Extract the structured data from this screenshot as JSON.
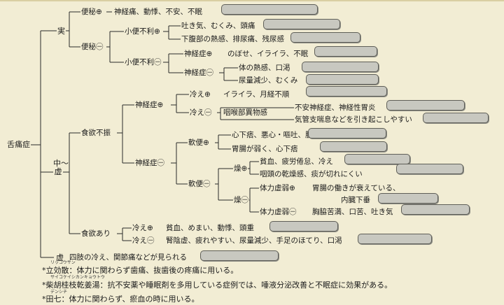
{
  "diagram": {
    "root": "舌痛症",
    "branches": {
      "jitsu": "実",
      "chukyo": "中〜虚",
      "kyo": "虚"
    },
    "nodes": {
      "benpi_plus": "便秘⊕",
      "benpi_minus": "便秘㊀",
      "shoben_plus": "小便不利⊕",
      "shoben_minus": "小便不利㊀",
      "shinkei_plus_a": "神経症⊕",
      "shinkei_minus_a": "神経症㊀",
      "shokuyoku_fushin": "食欲不振",
      "shokuyoku_ari": "食欲あり",
      "shinkei_plus_b": "神経症⊕",
      "shinkei_minus_b": "神経症㊀",
      "hie_plus_a": "冷え⊕",
      "hie_minus_a": "冷え㊀",
      "nanben_plus": "軟便⊕",
      "nanben_minus": "軟便㊀",
      "so_plus": "燥⊕",
      "so_minus": "燥㊀",
      "tairyoku_kyojaku_plus": "体力虚弱⊕",
      "tairyoku_kyojaku_minus": "体力虚弱㊀",
      "hie_plus_b": "冷え⊕",
      "hie_minus_b": "冷え㊀"
    },
    "leaves": {
      "l1": "神経痛、動悸、不安、不眠",
      "l2": "吐き気、むくみ、頭痛",
      "l3": "下腹部の熱感、排尿痛、残尿感",
      "l4": "のぼせ、イライラ、不眠",
      "l5": "体の熱感、口渇",
      "l6": "尿量減少、むくみ",
      "l7": "イライラ、月経不順",
      "l8": "咽喉部異物感",
      "l9": "不安神経症、神経性胃炎",
      "l10": "気管支喘息などを引き起こしやすい",
      "l11": "心下痞、悪心・嘔吐、腹鳴",
      "l12": "胃腸が弱く、心下痞",
      "l13": "貧血、疲労倦怠、冷え",
      "l14": "咽頭の乾燥感、痰が切れにくい",
      "l15": "胃腸の働きが衰えている、",
      "l16": "内臓下垂",
      "l17": "胸脇苦満、口苦、吐き気",
      "l18": "貧血、めまい、動悸、頭重",
      "l19": "腎陰虚、疲れやすい、尿量減少、手足のほてり、口渇",
      "l20": "四肢の冷え、関節痛などが見られる"
    }
  },
  "notes": {
    "n1": "*立効散：体力に関わらず歯痛、抜歯後の疼痛に用いる。",
    "n1_ruby": "リッコウサン",
    "n2": "*柴胡桂枝乾姜湯：抗不安薬や睡眠剤を多用している症例では、唾液分泌改善と不眠症に効果がある。",
    "n2_ruby": "サイコケイシカンキョウトウ",
    "n3": "*田七：体力に関わらず、瘀血の時に用いる。",
    "n3_ruby": "デンシチ"
  }
}
